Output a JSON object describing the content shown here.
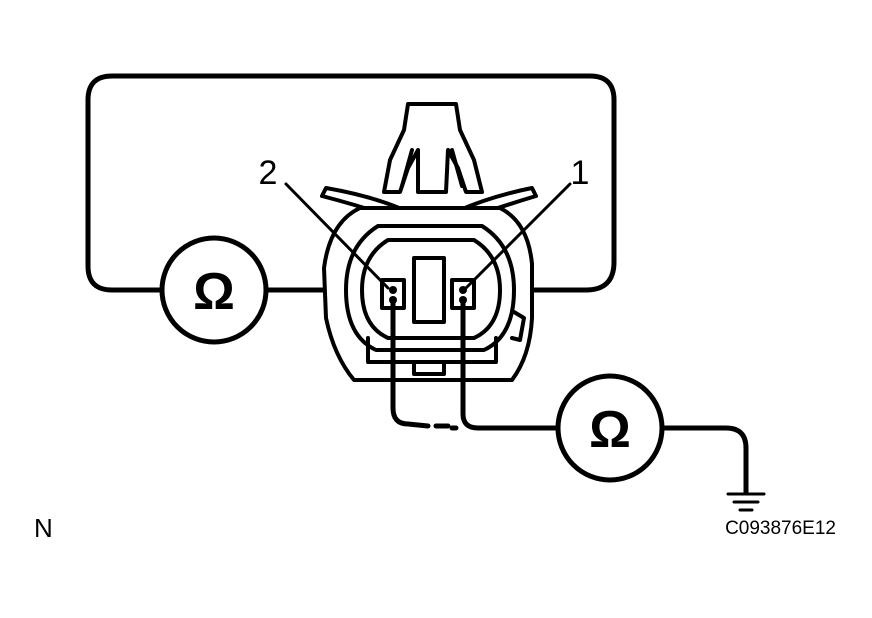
{
  "diagram": {
    "terminal_labels": {
      "t2": "2",
      "t1": "1"
    },
    "meters": {
      "upper_symbol": "Ω",
      "lower_symbol": "Ω"
    },
    "corner_label": "N",
    "figure_code": "C093876E12"
  },
  "icons": {
    "meter": "ohmmeter-icon",
    "ground": "ground-icon",
    "connector": "connector-icon"
  }
}
